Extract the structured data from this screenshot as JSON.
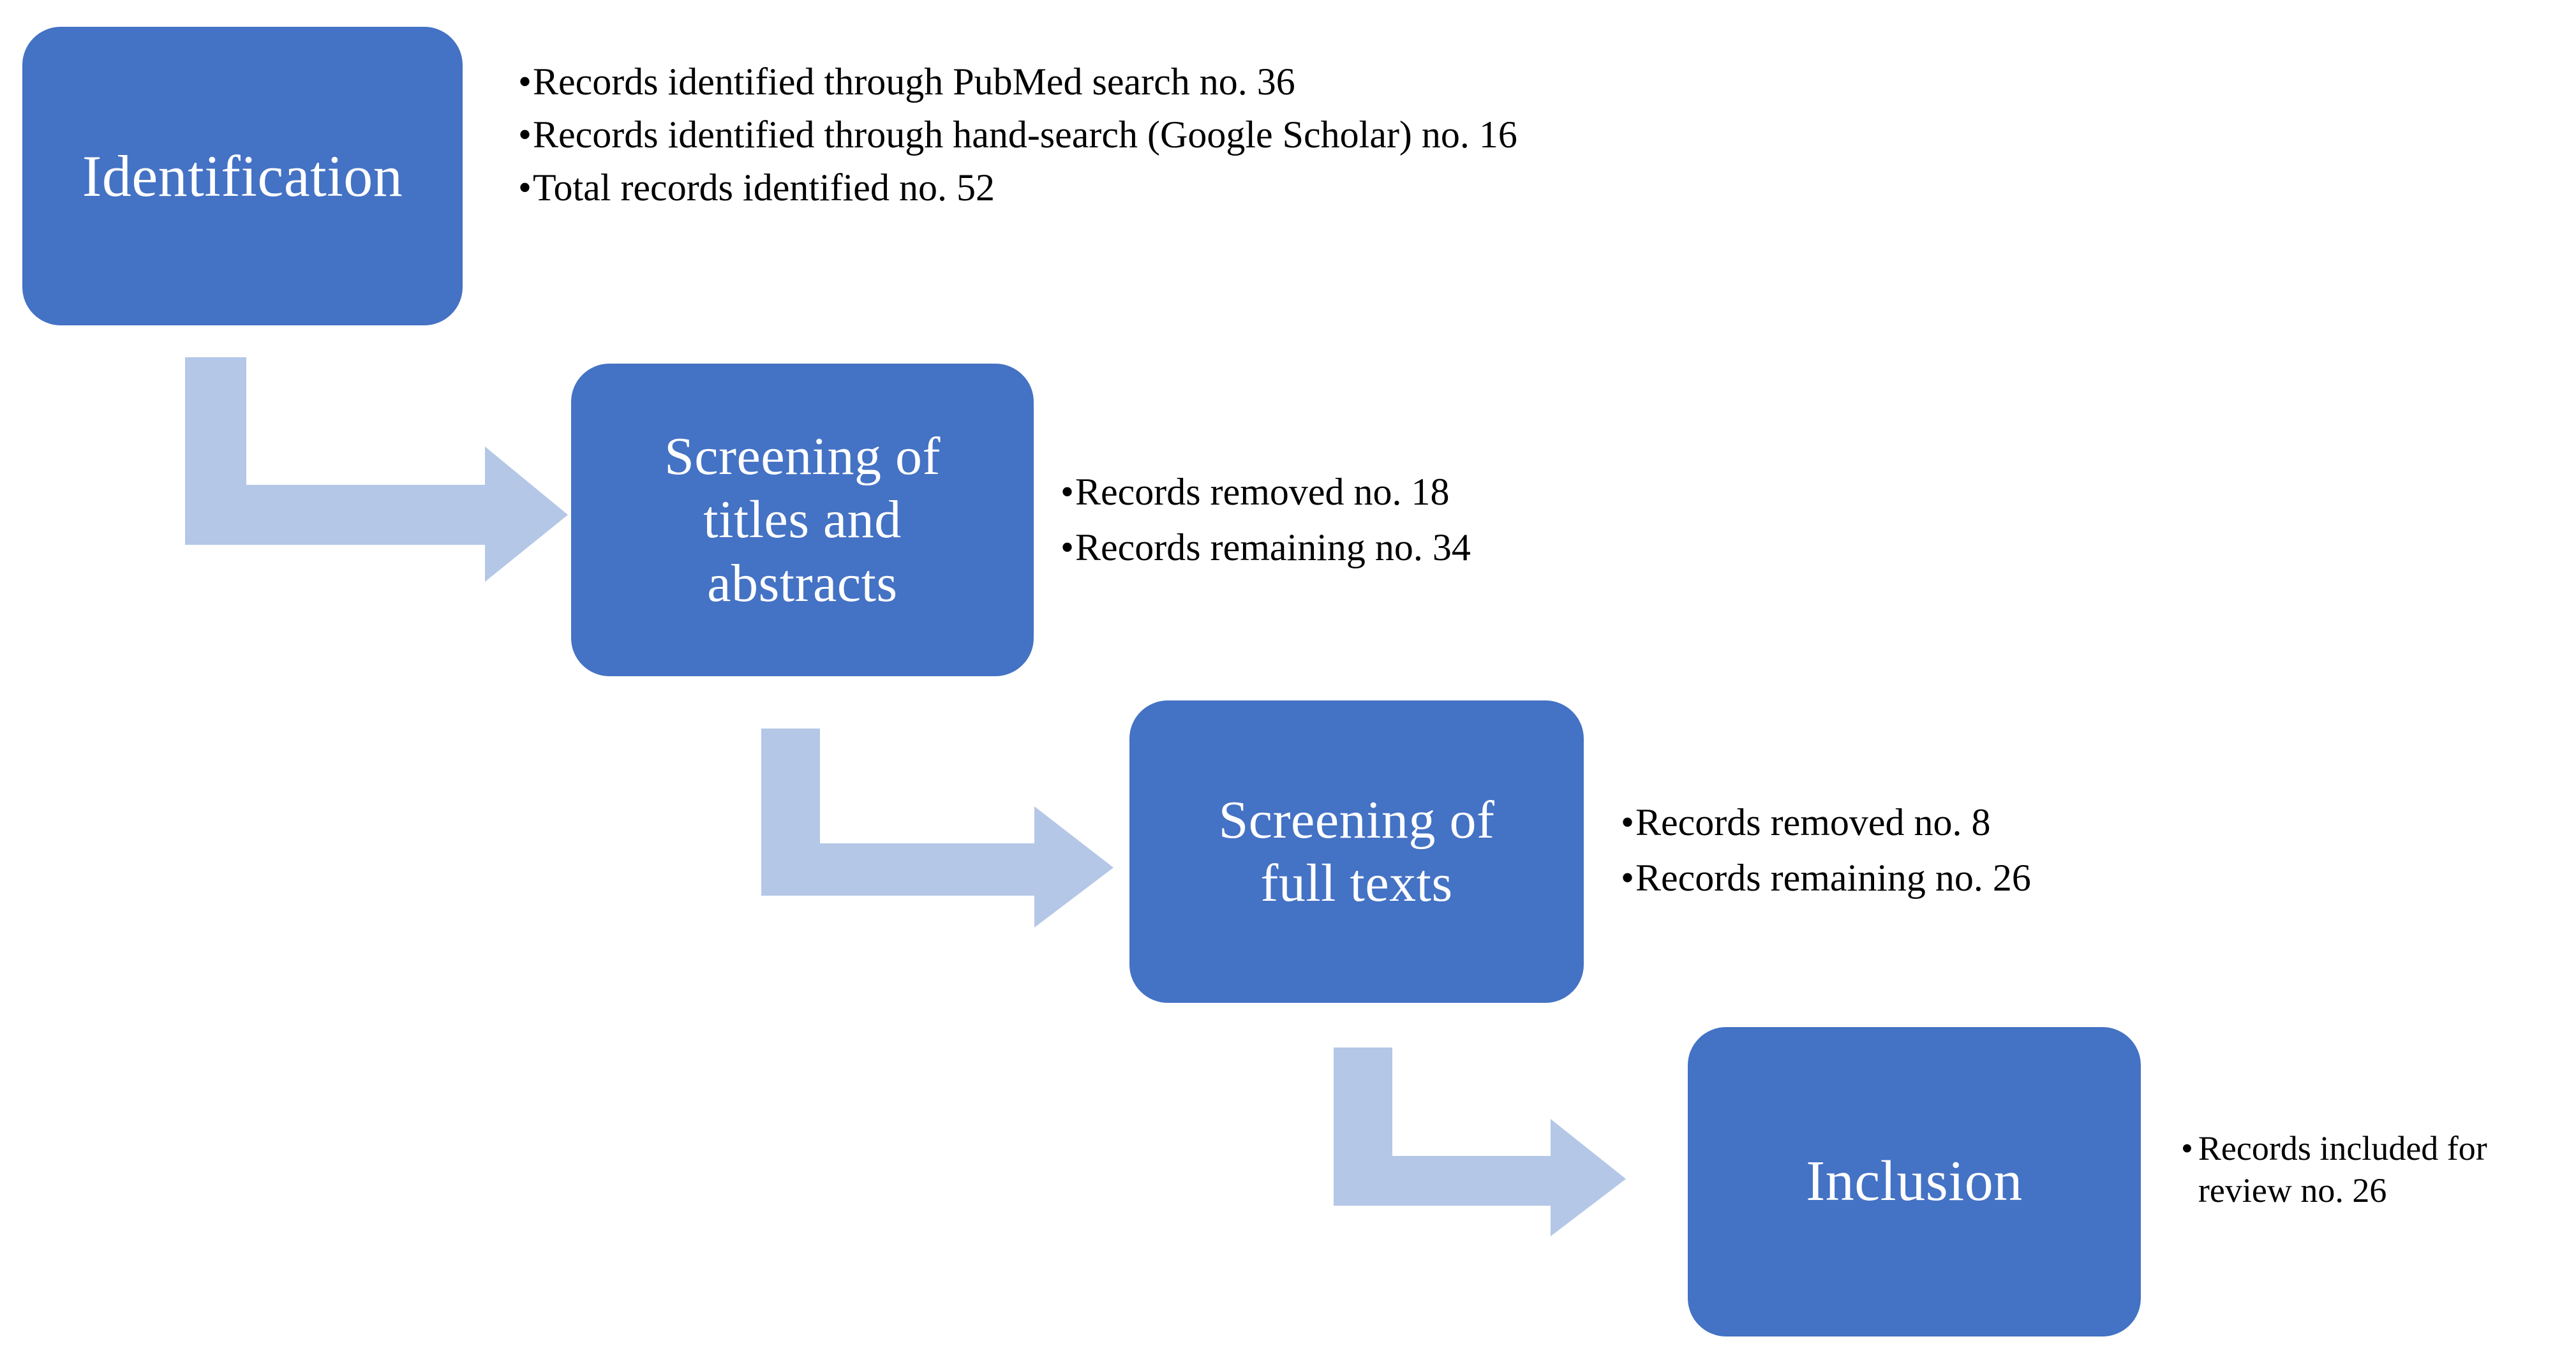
{
  "diagram": {
    "type": "prisma-flow",
    "accent_color": "#4472C4",
    "arrow_color": "#B4C7E7",
    "text_color": "#000000",
    "box_label_color": "#FFFFFF",
    "background_color": "#FFFFFF"
  },
  "stages": [
    {
      "id": "identification",
      "label": "Identification",
      "bullets": [
        "Records identified through PubMed search no. 36",
        "Records identified through hand-search (Google Scholar) no. 16",
        "Total records identified no. 52"
      ]
    },
    {
      "id": "screening_titles",
      "label": "Screening of\ntitles and\nabstracts",
      "bullets": [
        "Records removed no. 18",
        "Records remaining no. 34"
      ]
    },
    {
      "id": "screening_fulltexts",
      "label": "Screening of\nfull texts",
      "bullets": [
        "Records removed no. 8",
        "Records remaining no. 26"
      ]
    },
    {
      "id": "inclusion",
      "label": "Inclusion",
      "bullets": [
        "Records included for review no. 26"
      ]
    }
  ],
  "bullet_glyph": "•",
  "chart_data": {
    "type": "flow",
    "title": "",
    "stages": [
      "Identification",
      "Screening of titles and abstracts",
      "Screening of full texts",
      "Inclusion"
    ],
    "counts": {
      "pubmed_search": 36,
      "hand_search_google_scholar": 16,
      "total_identified": 52,
      "removed_at_title_abstract": 18,
      "remaining_after_title_abstract": 34,
      "removed_at_fulltext": 8,
      "remaining_after_fulltext": 26,
      "included_for_review": 26
    }
  }
}
